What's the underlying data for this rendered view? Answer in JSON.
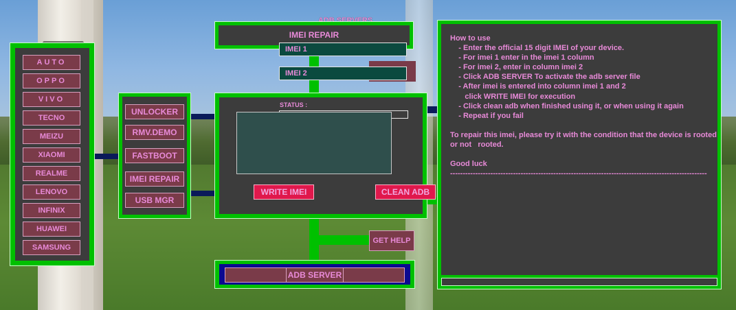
{
  "header": {
    "overlay_text": "ADB SERVERS RUNNING",
    "title": "IMEI REPAIR"
  },
  "brands": [
    "AUTO",
    "OPPO",
    "VIVO",
    "TECNO",
    "MEIZU",
    "XIAOMI",
    "REALME",
    "LENOVO",
    "INFINIX",
    "HUAWEI",
    "SAMSUNG"
  ],
  "tools": [
    "UNLOCKER",
    "RMV.DEMO",
    "FASTBOOT",
    "IMEI REPAIR",
    "USB MGR"
  ],
  "imei": {
    "label1": "IMEI 1",
    "label2": "IMEI 2"
  },
  "status": {
    "label": "STATUS :"
  },
  "actions": {
    "write": "WRITE IMEI",
    "clean": "CLEAN ADB",
    "help": "GET HELP",
    "adb_server": "ADB SERVER"
  },
  "info": {
    "lines": [
      "How to use",
      "    - Enter the official 15 digit IMEI of your device.",
      "    - For imei 1 enter in the imei 1 column",
      "    - For imei 2, enter in column imei 2",
      "    - Click ADB SERVER To activate the adb server file",
      "    - After imei is entered into column imei 1 and 2",
      "       click WRITE IMEI for execution",
      "    - Click clean adb when finished using it, or when using it again",
      "    - Repeat if you fail",
      "",
      "To repair this imei, please try it with the condition that the device is rooted",
      "or not   rooted.",
      "",
      "Good luck",
      "------------------------------------------------------------------------------------------------------"
    ]
  },
  "colors": {
    "frame": "#00c000",
    "panel": "#3c3c3c",
    "button": "#7a3b49",
    "text": "#e88ad8",
    "accent_red": "#e0184c"
  }
}
